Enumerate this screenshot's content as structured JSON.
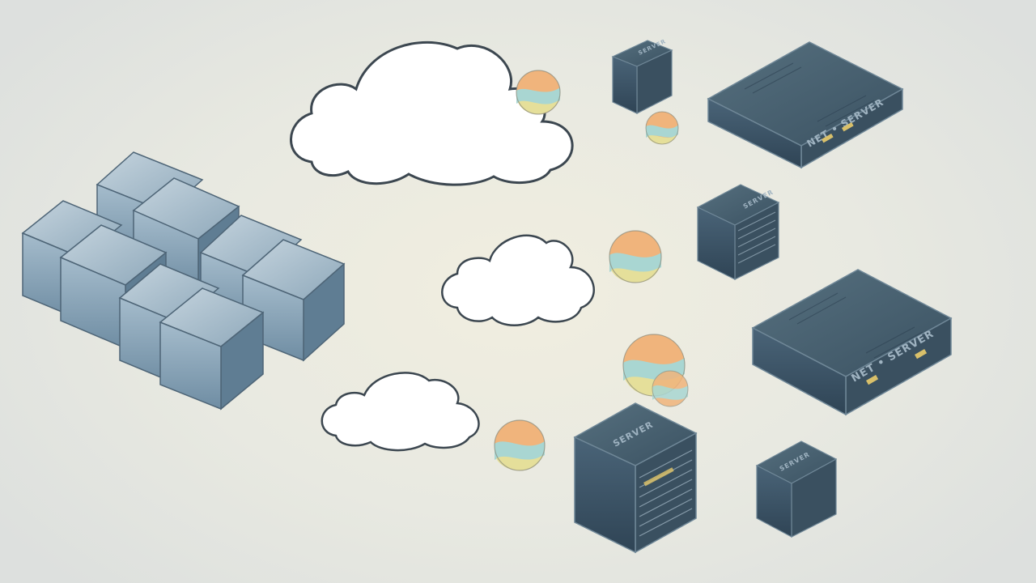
{
  "diagram": {
    "server_labels": {
      "tower": "SERVER",
      "rack_unit": "NET • SERVER"
    },
    "colors": {
      "background": "#ebebe3",
      "server_top": "#7d9ab0",
      "server_front": "#3f566a",
      "server_side": "#2d4152",
      "storage_face": "#8fa9bb",
      "cloud_fill": "#ffffff",
      "cloud_stroke": "#3c4750",
      "bubble_orange": "#f0b47c",
      "bubble_teal": "#a9d6d2",
      "bubble_yellow": "#e5df9a"
    },
    "clouds": [
      "cloud-large",
      "cloud-medium",
      "cloud-small"
    ],
    "bubbles": [
      "data-bubble-1",
      "data-bubble-2",
      "data-bubble-3",
      "data-bubble-4",
      "data-bubble-5",
      "data-bubble-6"
    ],
    "servers": [
      "tower-server-top",
      "rack-server-top",
      "tower-server-middle",
      "rack-server-middle",
      "tower-server-large",
      "tower-server-bottom-right"
    ]
  }
}
